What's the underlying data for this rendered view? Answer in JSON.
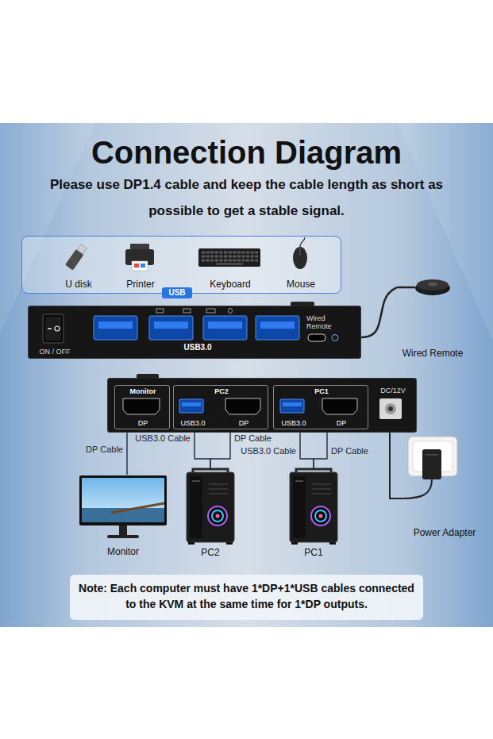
{
  "diagram": {
    "title": "Connection Diagram",
    "nodes": [
      {
        "text": [
          "USB"
        ]
      },
      {
        "text": [
          "U disk"
        ],
        "in": 0
      },
      {
        "text": [
          "Printer"
        ],
        "in": 0
      },
      {
        "text": [
          "Keyboard"
        ],
        "in": 0
      },
      {
        "text": [
          "Mouse"
        ],
        "in": 0
      },
      {
        "text": [
          "ON / OFF",
          "USB3.0",
          "Wired Remote"
        ]
      },
      {
        "text": [
          "Wired Remote"
        ]
      },
      {
        "text": [
          "DC/12V"
        ]
      },
      {
        "text": [
          "Monitor",
          "DP"
        ],
        "in": 7
      },
      {
        "text": [
          "PC2",
          "USB3.0",
          "DP"
        ],
        "in": 7
      },
      {
        "text": [
          "PC1",
          "USB3.0",
          "DP"
        ],
        "in": 7
      },
      {
        "text": [
          "Monitor"
        ]
      },
      {
        "text": [
          "PC2"
        ]
      },
      {
        "text": [
          "PC1"
        ]
      },
      {
        "text": [
          "Power Adapter"
        ]
      },
      {
        "text": [
          "Note: Each computer must have 1*DP+1*USB cables connected to the KVM at the same time for 1*DP outputs."
        ]
      }
    ],
    "edges": [
      {
        "from": 5,
        "to": 6,
        "arrow": "none"
      },
      {
        "from": 8,
        "to": 11,
        "label": "DP Cable",
        "arrow": "none"
      },
      {
        "from": 9,
        "to": 12,
        "label": "USB3.0 Cable",
        "arrow": "none"
      },
      {
        "from": 9,
        "to": 12,
        "label": "DP Cable",
        "arrow": "none"
      },
      {
        "from": 10,
        "to": 13,
        "label": "USB3.0 Cable",
        "arrow": "none"
      },
      {
        "from": 10,
        "to": 13,
        "label": "DP Cable",
        "arrow": "none"
      },
      {
        "from": 7,
        "to": 14,
        "arrow": "none"
      }
    ],
    "labels": [
      "Please use DP1.4 cable and keep the cable length as short as possible to get a stable signal."
    ]
  }
}
